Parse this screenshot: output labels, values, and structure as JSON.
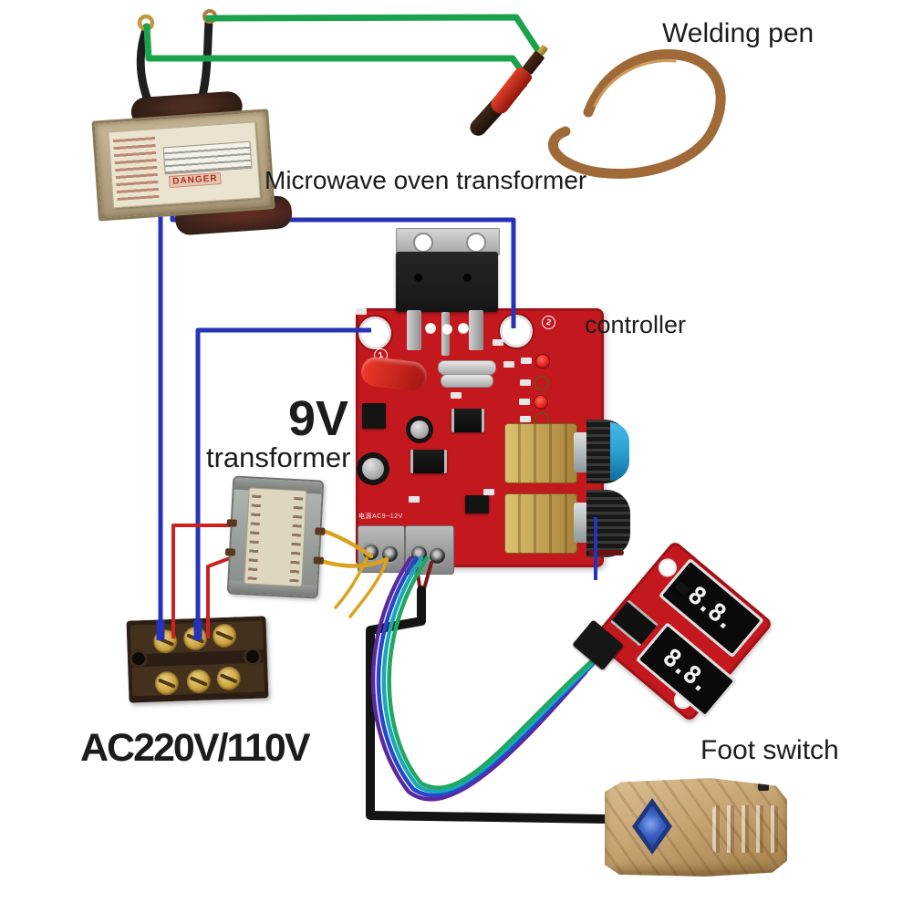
{
  "labels": {
    "welding_pen": "Welding pen",
    "microwave_transformer": "Microwave oven transformer",
    "controller": "controller",
    "small_transformer_value": "9V",
    "small_transformer_word": "transformer",
    "ac_input": "AC220V/110V",
    "foot_switch": "Foot switch"
  },
  "mot": {
    "warning": "DANGER"
  },
  "controller_board": {
    "silkscreen_power": "电源AC9~12V",
    "hole_marks": [
      "1",
      "2"
    ]
  },
  "display_module": {
    "digits": "8.8."
  },
  "colors": {
    "pcb_red": "#c4181f",
    "wire_green": "#1ba24c",
    "wire_blue": "#2633b8",
    "wire_red": "#cf2020",
    "wire_yellow": "#d9a31f",
    "wire_black": "#141414",
    "ribbon_purple": "#5c28a0",
    "ribbon_blue": "#2846c8",
    "ribbon_teal": "#18a8b8",
    "ribbon_green": "#20a860",
    "copper_cable": "#a06a38",
    "pedal_tan": "#c8a674",
    "knob_blue": "#2d9fd0",
    "brass": "#c9a23c",
    "led_red": "#e02020",
    "led_green": "#7ec832"
  }
}
